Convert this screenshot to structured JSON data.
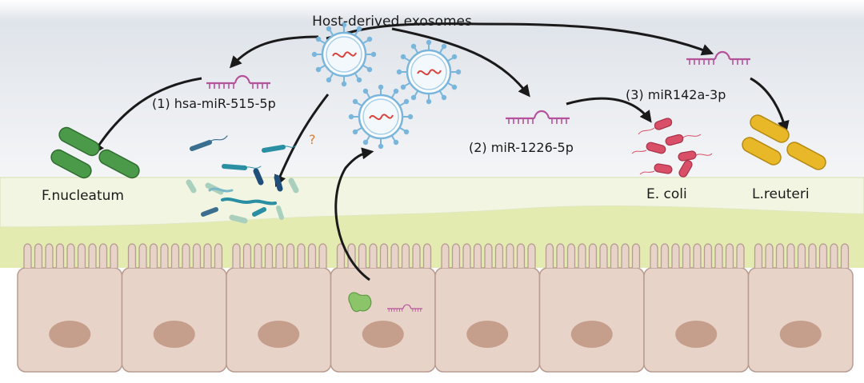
{
  "diagram": {
    "title": "Host-derived exosomes",
    "mirnas": [
      {
        "label": "(1) hsa-miR-515-5p"
      },
      {
        "label": "(2) miR-1226-5p"
      },
      {
        "label": "(3) miR142a-3p"
      }
    ],
    "bacteria": [
      {
        "label": "F.nucleatum"
      },
      {
        "label": "E. coli"
      },
      {
        "label": "L.reuteri"
      }
    ],
    "unknown_marker": "?"
  },
  "colors": {
    "lumen_top": "#dfe4ea",
    "lumen_bottom": "#f5f6f8",
    "mucus": "#f1f5e1",
    "microvilli_zone": "#e4ebb1",
    "cell_fill": "#e8d3c9",
    "cell_stroke": "#b79c91",
    "nucleus": "#c59e8c",
    "mirna": "#b5529a",
    "exosome_membrane": "#7ab6dc",
    "exosome_cargo": "#d8433b",
    "f_nucleatum": "#4b9a4a",
    "e_coli": "#d84f67",
    "l_reuteri": "#e8b829",
    "arrow": "#1a1a1a"
  }
}
